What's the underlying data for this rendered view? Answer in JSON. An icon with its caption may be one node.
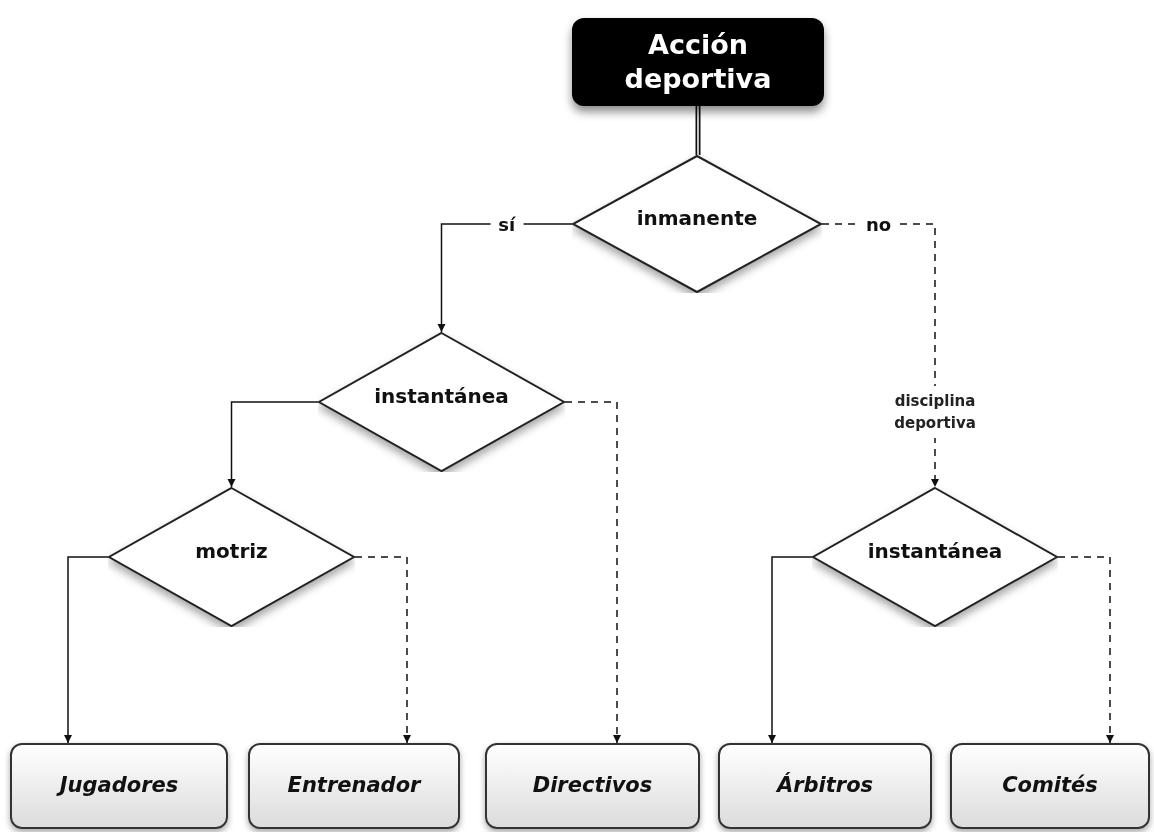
{
  "diagram": {
    "nodes": [
      {
        "text": [
          "Acción deportiva"
        ]
      },
      {
        "text": [
          "inmanente"
        ]
      },
      {
        "text": [
          "instantánea"
        ]
      },
      {
        "text": [
          "motriz"
        ]
      },
      {
        "text": [
          "instantánea"
        ]
      },
      {
        "text": [
          "Jugadores"
        ]
      },
      {
        "text": [
          "Entrenador"
        ]
      },
      {
        "text": [
          "Directivos"
        ]
      },
      {
        "text": [
          "Árbitros"
        ]
      },
      {
        "text": [
          "Comités"
        ]
      }
    ],
    "edges": [
      {
        "from": 0,
        "to": 1,
        "arrow": "none",
        "style": "thick"
      },
      {
        "from": 1,
        "to": 2,
        "arrow": "to",
        "label": "sí"
      },
      {
        "from": 1,
        "to": 4,
        "arrow": "to",
        "label": "no",
        "style": "dashed"
      },
      {
        "from": 2,
        "to": 3,
        "arrow": "to"
      },
      {
        "from": 2,
        "to": 7,
        "arrow": "to",
        "style": "dashed"
      },
      {
        "from": 3,
        "to": 5,
        "arrow": "to"
      },
      {
        "from": 3,
        "to": 6,
        "arrow": "to",
        "style": "dashed"
      },
      {
        "from": 4,
        "to": 8,
        "arrow": "to"
      },
      {
        "from": 4,
        "to": 9,
        "arrow": "to",
        "style": "dashed"
      }
    ],
    "labels": [
      "disciplina deportiva"
    ]
  }
}
